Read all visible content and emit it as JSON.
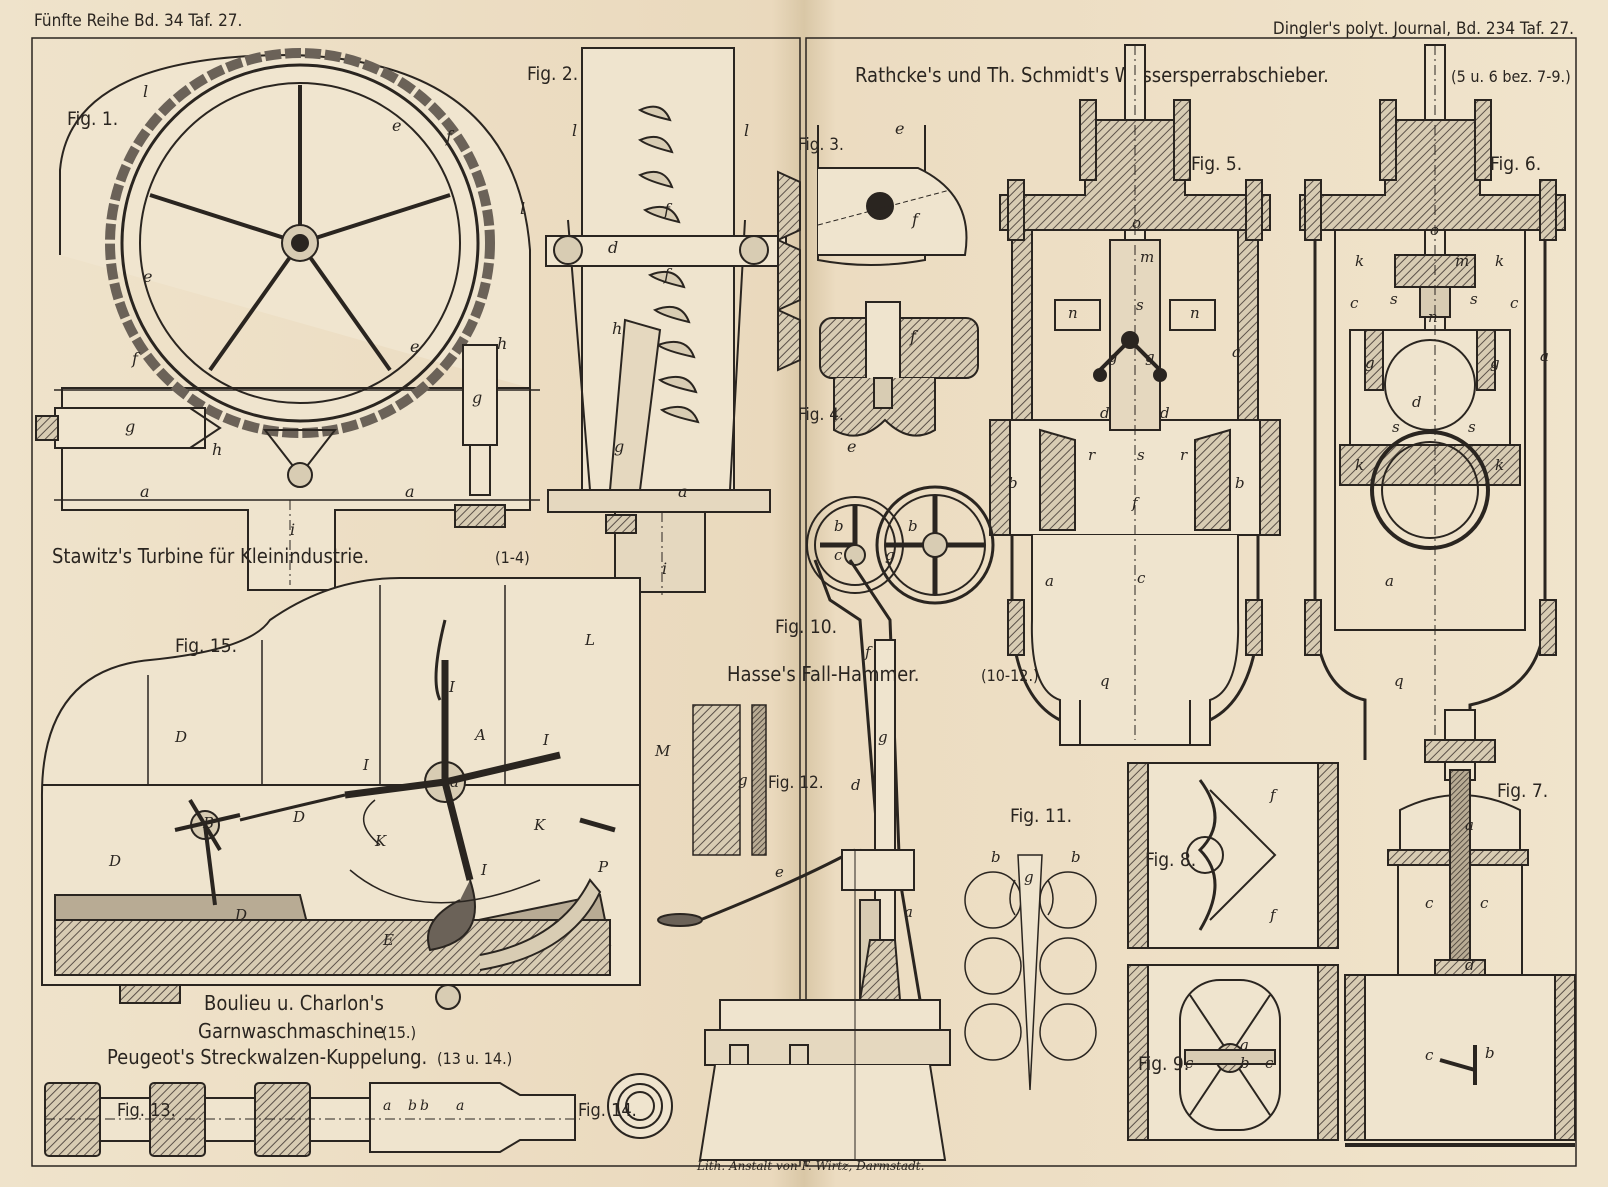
{
  "header": {
    "left_series": "Fünfte Reihe Bd. 34 Taf. 27.",
    "right_journal": "Dingler's polyt. Journal, Bd. 234 Taf. 27."
  },
  "titles": {
    "turbine": "Stawitz's Turbine für Kleinindustrie.",
    "turbine_ref": "(1-4)",
    "valve": "Rathcke's und Th. Schmidt's Wassersperrabschieber.",
    "valve_ref": "(5 u. 6 bez. 7-9.)",
    "hammer": "Hasse's Fall-Hammer.",
    "hammer_ref": "(10-12.)",
    "washer_line1": "Boulieu u. Charlon's",
    "washer_line2": "Garnwaschmaschine",
    "washer_ref": "(15.)",
    "coupling": "Peugeot's Streckwalzen-Kuppelung.",
    "coupling_ref": "(13 u. 14.)"
  },
  "figures": {
    "fig1": "Fig. 1.",
    "fig2": "Fig. 2.",
    "fig3": "Fig. 3.",
    "fig4": "Fig. 4.",
    "fig5": "Fig. 5.",
    "fig6": "Fig. 6.",
    "fig7": "Fig. 7.",
    "fig8": "Fig. 8.",
    "fig9": "Fig. 9.",
    "fig10": "Fig. 10.",
    "fig11": "Fig. 11.",
    "fig12": "Fig. 12.",
    "fig13": "Fig. 13.",
    "fig14": "Fig. 14.",
    "fig15": "Fig. 15."
  },
  "footer": {
    "printer": "Lith. Anstalt von F. Wirtz, Darmstadt."
  },
  "palette": {
    "ink": "#2a2520",
    "paper": "#ece0c8",
    "hatch": "#6b6258"
  }
}
